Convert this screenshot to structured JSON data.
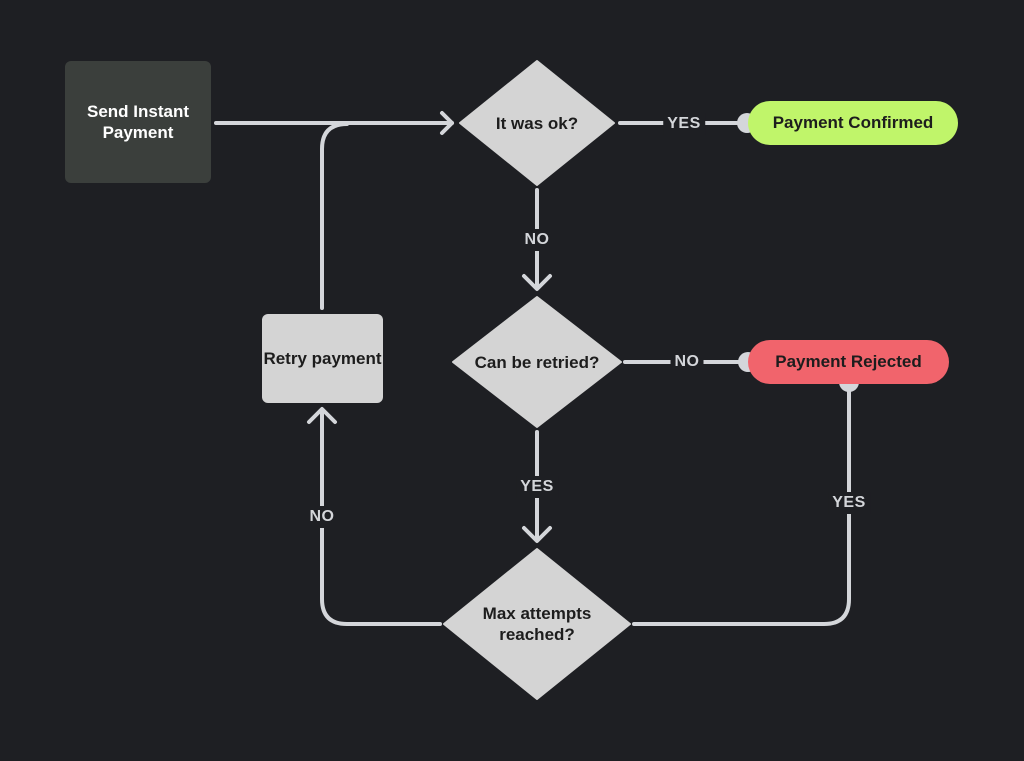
{
  "nodes": {
    "start": "Send Instant Payment",
    "decision_ok": "It was ok?",
    "decision_retried": "Can be retried?",
    "decision_max": "Max attempts reached?",
    "retry": "Retry payment",
    "confirmed": "Payment Confirmed",
    "rejected": "Payment Rejected"
  },
  "edges": {
    "ok_yes": "YES",
    "ok_no": "NO",
    "retried_no": "NO",
    "retried_yes": "YES",
    "max_no": "NO",
    "max_yes": "YES"
  },
  "colors": {
    "background": "#1e1f23",
    "connector": "#d4d6da",
    "start_fill": "#3b3f3c",
    "decision_fill": "#d4d4d4",
    "confirmed_fill": "#c0f56a",
    "rejected_fill": "#f1646c"
  }
}
